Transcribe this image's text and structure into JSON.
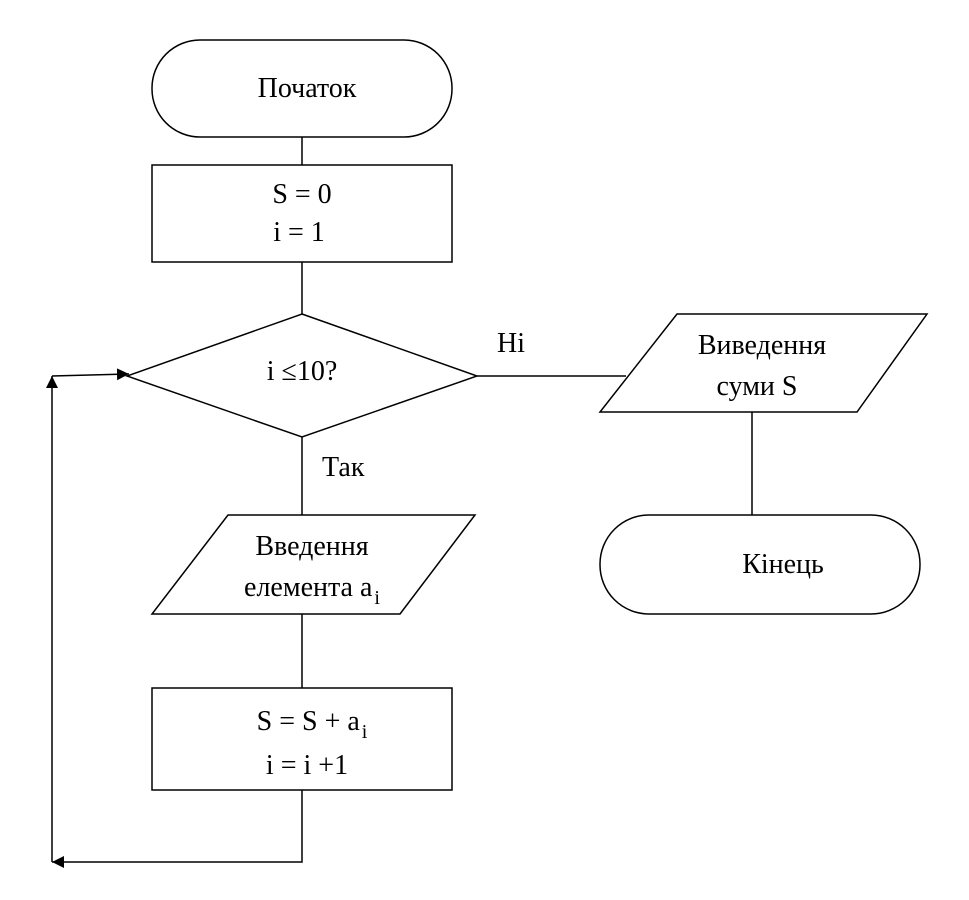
{
  "flowchart": {
    "start_label": "Початок",
    "init_line1": "S = 0",
    "init_line2": "i = 1",
    "condition": "i ≤10?",
    "yes_label": "Так",
    "no_label": "Ні",
    "input_line1": "Введення",
    "input_line2_base": "елемента a",
    "input_line2_sub": "i",
    "update_line1_base": "S = S + a",
    "update_line1_sub": "i",
    "update_line2": "i = i +1",
    "output_line1": "Виведення",
    "output_line2": "суми S",
    "end_label": "Кінець"
  }
}
